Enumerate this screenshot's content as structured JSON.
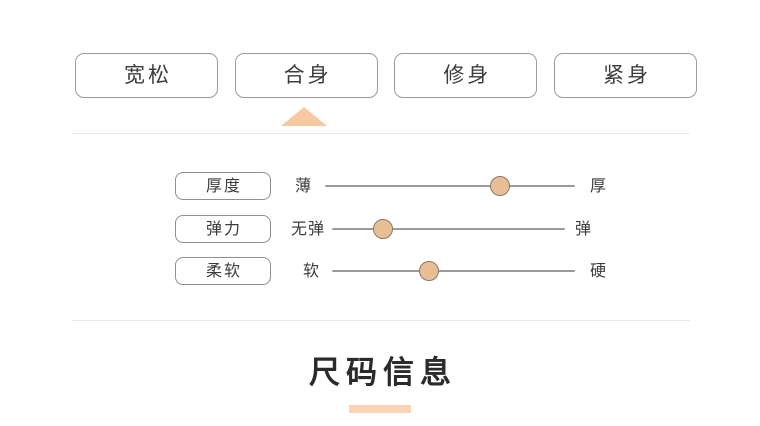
{
  "fit_selector": {
    "options": [
      {
        "label": "宽松",
        "selected": false
      },
      {
        "label": "合身",
        "selected": true
      },
      {
        "label": "修身",
        "selected": false
      },
      {
        "label": "紧身",
        "selected": false
      }
    ],
    "selected_index": 1,
    "marker_color": "#f7c9a0"
  },
  "attributes": [
    {
      "name": "厚度",
      "min_label": "薄",
      "max_label": "厚",
      "value_percent": 70
    },
    {
      "name": "弹力",
      "min_label": "无弹",
      "max_label": "弹",
      "value_percent": 22
    },
    {
      "name": "柔软",
      "min_label": "软",
      "max_label": "硬",
      "value_percent": 40
    }
  ],
  "size_section": {
    "heading": "尺码信息",
    "underline_color": "#fad5b4"
  },
  "colors": {
    "accent": "#f7c9a0",
    "handle_fill": "#e8bf95",
    "handle_border": "#8a7866",
    "border": "#9b9b9b",
    "divider": "#e8e8e8",
    "text": "#3c3c3c"
  }
}
